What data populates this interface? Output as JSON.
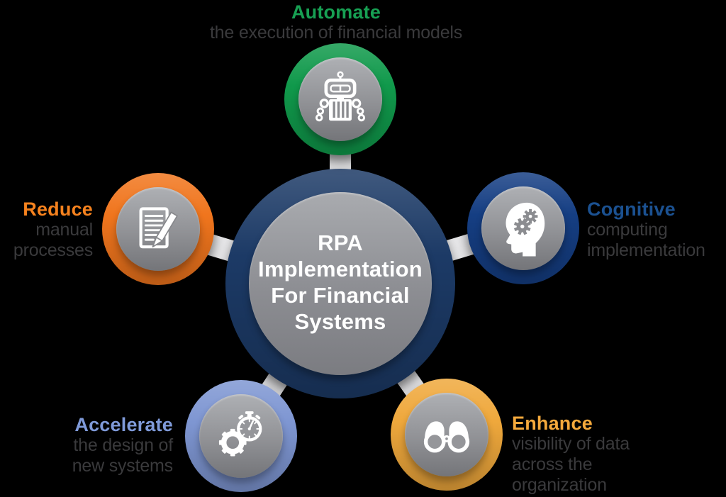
{
  "background_color": "#000000",
  "spoke_color": "#e9e9eb",
  "description_color": "#3a3a3c",
  "center": {
    "title": "RPA\nImplementation\nFor Financial\nSystems",
    "ring_color": "#1c3a66",
    "text_color": "#ffffff"
  },
  "nodes": [
    {
      "id": "automate",
      "keyword": "Automate",
      "keyword_color": "#17a053",
      "ring_color": "#10994b",
      "description": "the execution of financial models",
      "icon": "robot-icon"
    },
    {
      "id": "reduce",
      "keyword": "Reduce",
      "keyword_color": "#f6821e",
      "ring_color": "#f0751d",
      "description": "manual\nprocesses",
      "icon": "notepad-pencil-icon"
    },
    {
      "id": "cognitive",
      "keyword": "Cognitive",
      "keyword_color": "#1b5191",
      "ring_color": "#153e83",
      "description": "computing\nimplementation",
      "icon": "head-gears-icon"
    },
    {
      "id": "accelerate",
      "keyword": "Accelerate",
      "keyword_color": "#7f9ad9",
      "ring_color": "#7e96d2",
      "description": "the design of\nnew systems",
      "icon": "gear-stopwatch-icon"
    },
    {
      "id": "enhance",
      "keyword": "Enhance",
      "keyword_color": "#f4a93c",
      "ring_color": "#efa83c",
      "description": "visibility of data\nacross the\norganization",
      "icon": "binoculars-icon"
    }
  ]
}
